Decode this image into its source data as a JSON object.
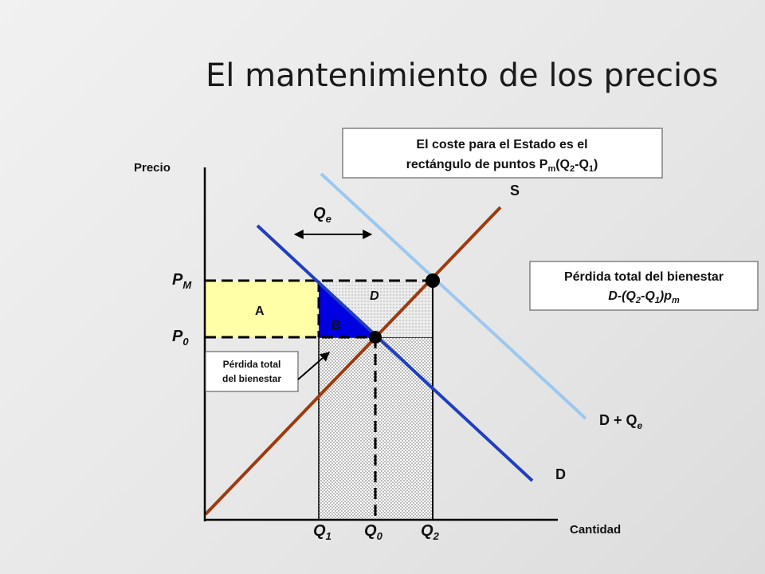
{
  "title": "El mantenimiento de los precios",
  "axes": {
    "y_label": "Precio",
    "x_label": "Cantidad"
  },
  "curves": {
    "supply": "S",
    "demand": "D",
    "demand_plus": {
      "base": "D + Q",
      "sub": "e"
    }
  },
  "prices": {
    "pm": {
      "base": "P",
      "sub": "M"
    },
    "p0": {
      "base": "P",
      "sub": "0"
    }
  },
  "quantities": {
    "q1": {
      "base": "Q",
      "sub": "1"
    },
    "q0": {
      "base": "Q",
      "sub": "0"
    },
    "q2": {
      "base": "Q",
      "sub": "2"
    },
    "qe": {
      "base": "Q",
      "sub": "e"
    }
  },
  "areas": {
    "a": "A",
    "b": "B",
    "d": "D"
  },
  "callouts": {
    "cost": {
      "line1": "El coste para el Estado es el",
      "line2_pre": "rectángulo de puntos P",
      "line2_sub_m": "m",
      "line2_mid": "(Q",
      "line2_sub_2": "2",
      "line2_dash": "-Q",
      "line2_sub_1": "1",
      "line2_end": ")"
    },
    "welfare_total": {
      "line1": "Pérdida total del bienestar",
      "line2_pre": "D-(Q",
      "line2_sub_2": "2",
      "line2_dash": "-Q",
      "line2_sub_1": "1",
      "line2_mid": ")p",
      "line2_sub_m": "m"
    },
    "welfare_small": {
      "line1": "Pérdida total",
      "line2": "del bienestar"
    }
  },
  "colors": {
    "supply": "#9e3a0e",
    "demand": "#1f3fbf",
    "demand_plus": "#9cc8f0",
    "area_a": "#ffffa8",
    "area_b": "#0000e0",
    "area_d": "#e6e6e6"
  }
}
